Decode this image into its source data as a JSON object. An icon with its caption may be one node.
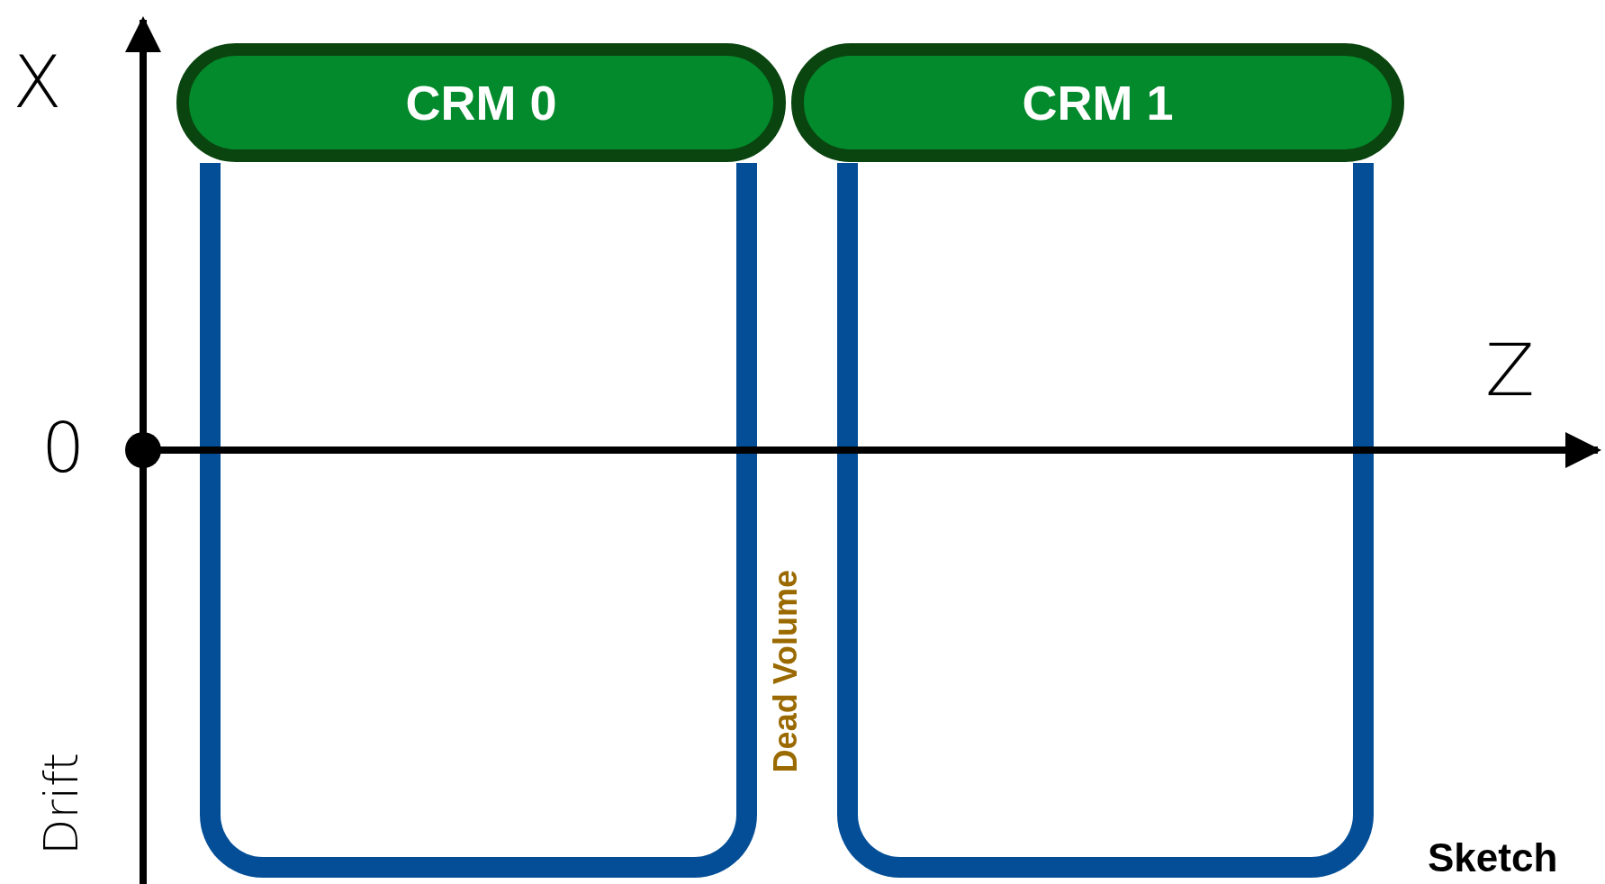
{
  "diagram": {
    "nodes": [
      {
        "text": [],
        "shape": "box"
      },
      {
        "text": [],
        "shape": "box"
      },
      {
        "text": [
          "CRM 0"
        ]
      },
      {
        "text": [
          "CRM 1"
        ]
      }
    ],
    "labels": [
      "X",
      "Z",
      "0",
      "Dead Volume",
      "Drift",
      "Sketch"
    ]
  }
}
